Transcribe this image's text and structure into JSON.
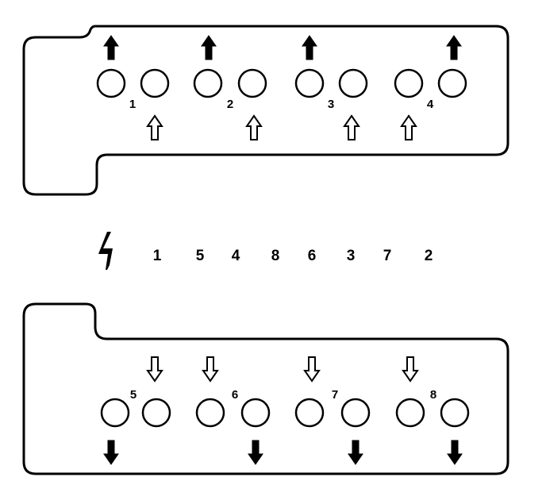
{
  "diagram": {
    "top_bank": {
      "cylinders": [
        "1",
        "2",
        "3",
        "4"
      ]
    },
    "bottom_bank": {
      "cylinders": [
        "5",
        "6",
        "7",
        "8"
      ]
    },
    "firing_order": {
      "icon": "lightning-bolt-icon",
      "sequence": [
        "1",
        "5",
        "4",
        "8",
        "6",
        "3",
        "7",
        "2"
      ]
    },
    "colors": {
      "line": "#000000",
      "background": "#ffffff"
    }
  }
}
